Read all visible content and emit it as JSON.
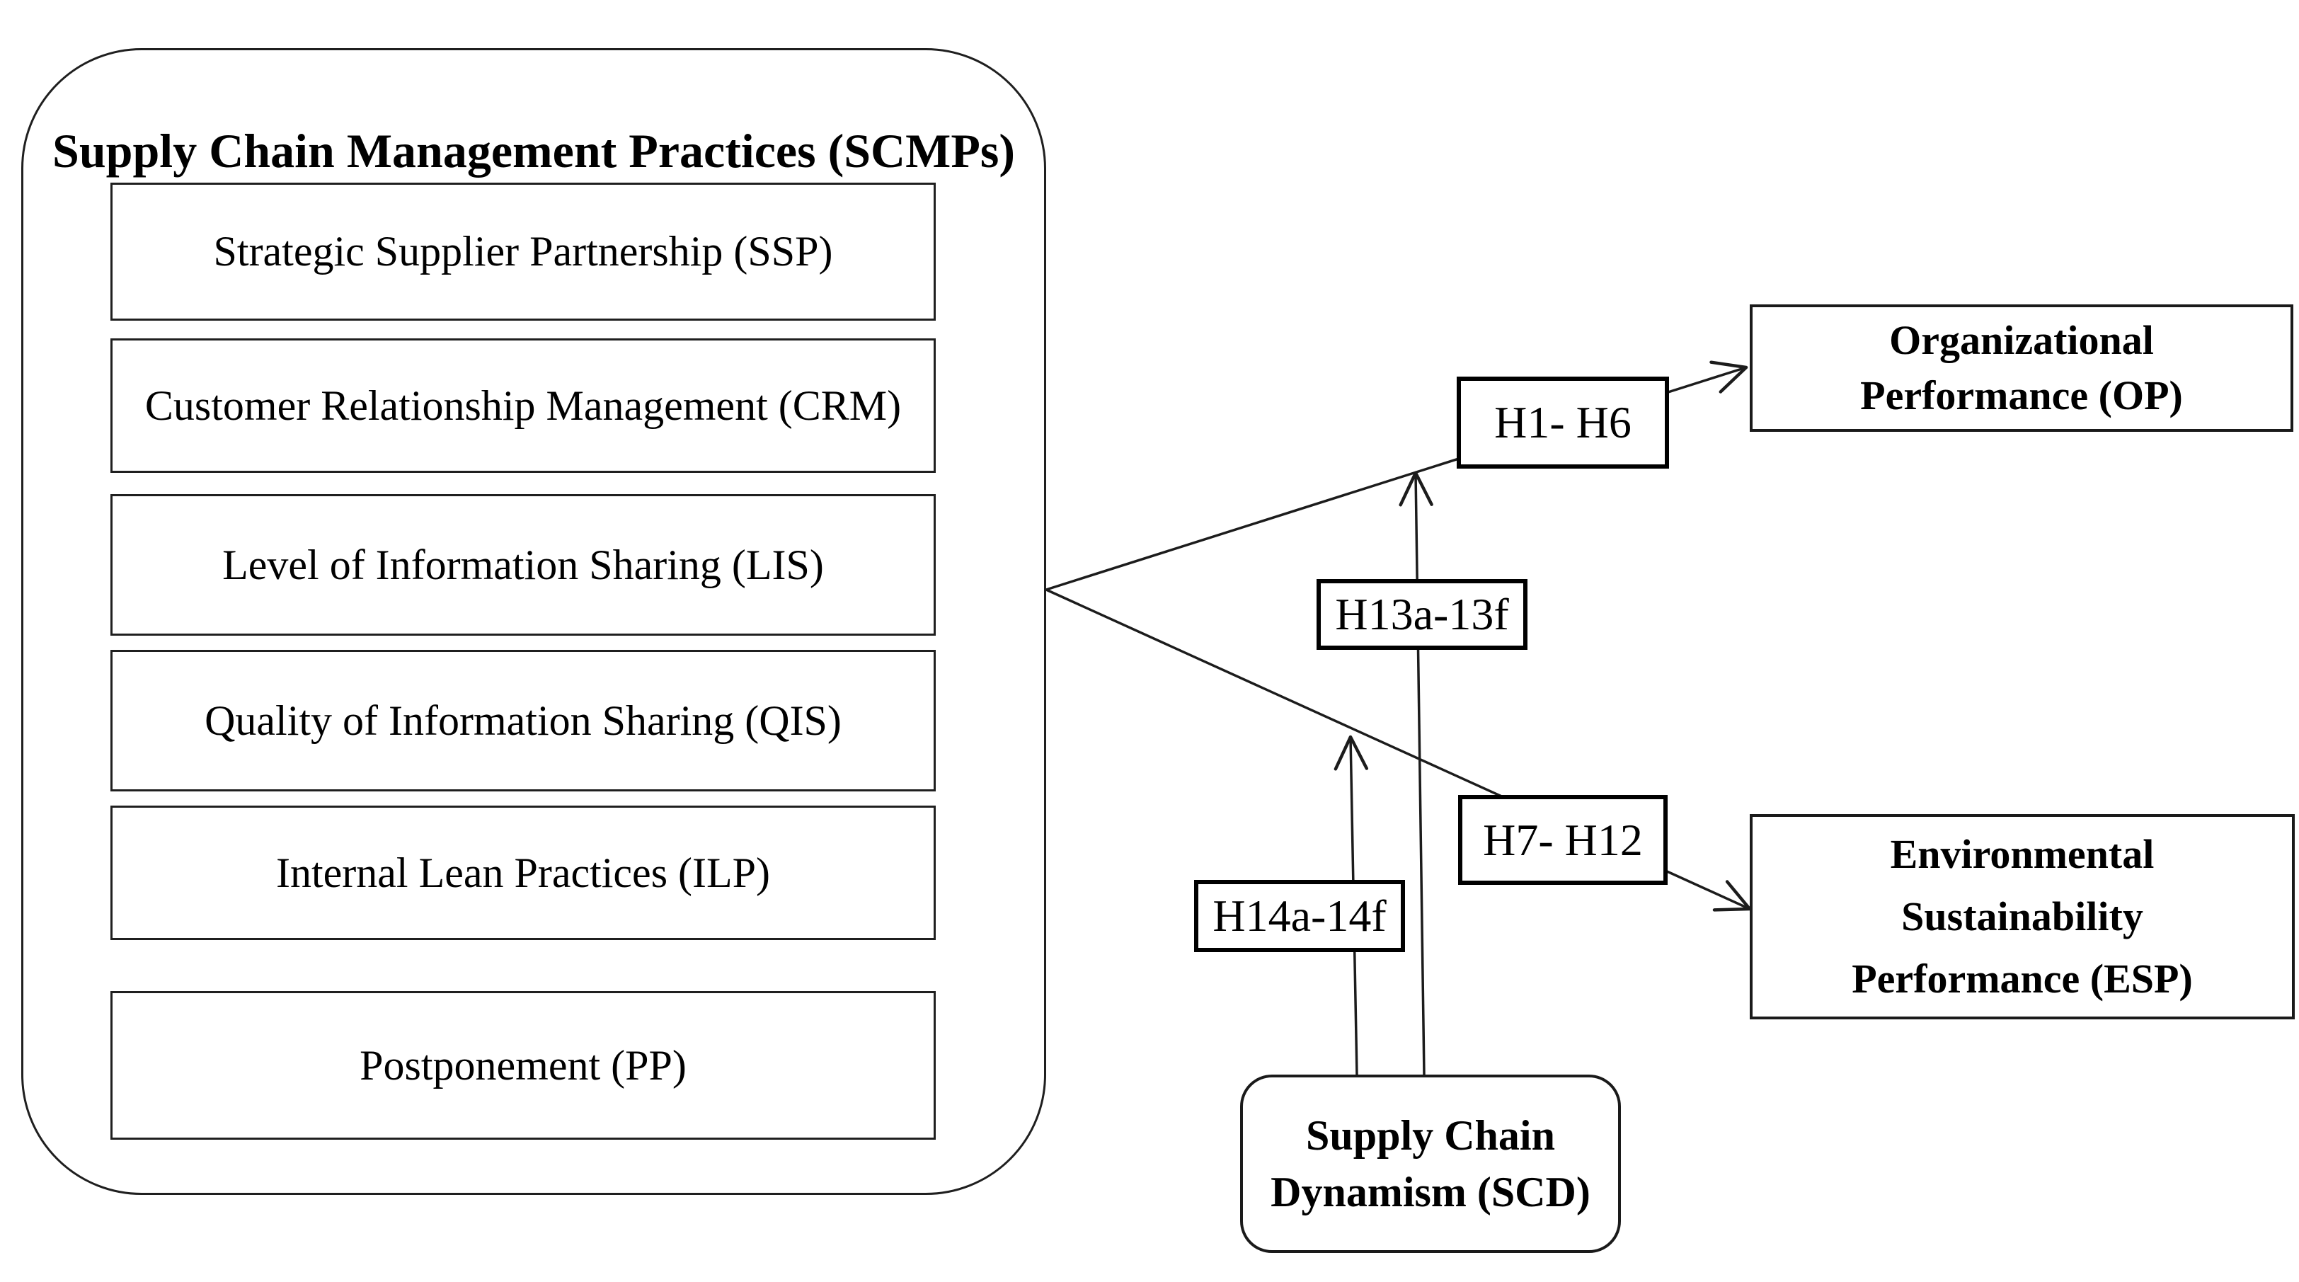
{
  "figure": {
    "background": "#ffffff",
    "stroke_color": "#1c1c1c",
    "box_fill": "#ffffff",
    "scmp": {
      "title": "Supply Chain Management Practices (SCMPs)",
      "practices": [
        "Strategic Supplier Partnership (SSP)",
        "Customer Relationship Management (CRM)",
        "Level of Information Sharing (LIS)",
        "Quality of Information Sharing (QIS)",
        "Internal Lean Practices (ILP)",
        "Postponement (PP)"
      ]
    },
    "outcomes": {
      "op": {
        "lines": [
          "Organizational",
          "Performance (OP)"
        ]
      },
      "esp": {
        "lines": [
          "Environmental",
          "Sustainability",
          "Performance (ESP)"
        ]
      }
    },
    "moderator": {
      "lines": [
        "Supply Chain",
        "Dynamism (SCD)"
      ]
    },
    "hypotheses": {
      "h1_h6": "H1- H6",
      "h7_h12": "H7- H12",
      "h13a_13f": "H13a-13f",
      "h14a_14f": "H14a-14f"
    }
  }
}
